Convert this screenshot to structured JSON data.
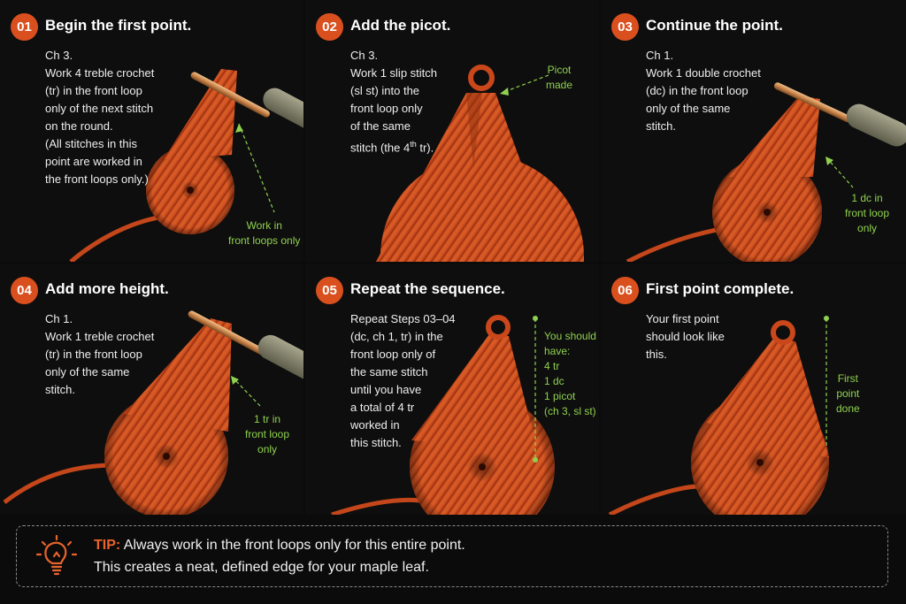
{
  "steps": [
    {
      "num": "01",
      "title": "Begin the first point.",
      "lines": [
        "Ch 3.",
        "Work 4 treble crochet",
        "(tr) in the front loop",
        "only of the next stitch",
        "on the round.",
        "(All stitches in this",
        "point are worked in",
        "the front loops only.)"
      ],
      "note": [
        "Work in",
        "front loops only"
      ]
    },
    {
      "num": "02",
      "title": "Add the picot.",
      "lines": [
        "Ch 3.",
        "Work 1 slip stitch",
        "(sl st) into the",
        "front loop only",
        "of the same"
      ],
      "last_line_pre": "stitch (the 4",
      "last_line_sup": "th",
      "last_line_post": " tr).",
      "note": [
        "Picot",
        "made"
      ]
    },
    {
      "num": "03",
      "title": "Continue the point.",
      "lines": [
        "Ch 1.",
        "Work 1 double crochet",
        "(dc) in the front loop",
        "only of the same",
        "stitch."
      ],
      "note": [
        "1 dc in",
        "front loop",
        "only"
      ]
    },
    {
      "num": "04",
      "title": "Add more height.",
      "lines": [
        "Ch 1.",
        "Work 1 treble crochet",
        "(tr) in the front loop",
        "only of the same",
        "stitch."
      ],
      "note": [
        "1 tr in",
        "front loop",
        "only"
      ]
    },
    {
      "num": "05",
      "title": "Repeat the sequence.",
      "lines": [
        "Repeat Steps 03–04",
        "(dc, ch 1, tr) in the",
        "front loop only of",
        "the same stitch",
        "until you have",
        "a total of 4 tr",
        "worked in",
        "this stitch."
      ],
      "note": [
        "You should",
        "have:",
        "4 tr",
        "1 dc",
        "1 picot",
        "(ch 3, sl st)"
      ]
    },
    {
      "num": "06",
      "title": "First point complete.",
      "lines": [
        "Your first point",
        "should look like",
        "this."
      ],
      "note": [
        "First",
        "point",
        "done"
      ]
    }
  ],
  "tip": {
    "label": "TIP:",
    "line1": "Always work in the front loops only for this entire point.",
    "line2": "This creates a neat, defined edge for your maple leaf."
  },
  "colors": {
    "accent": "#d9501e",
    "yarn": "#c9471a",
    "note_green": "#8fd14f",
    "hook": "#c98a4a",
    "handle": "#8a8870"
  },
  "icons": {
    "tip": "lightbulb-icon"
  }
}
